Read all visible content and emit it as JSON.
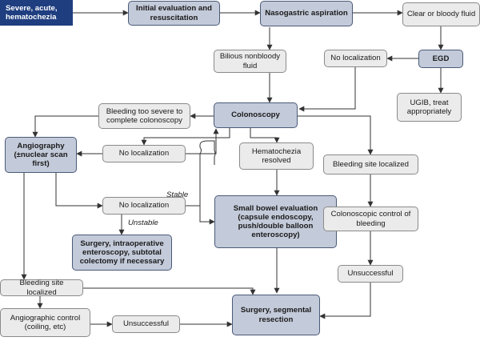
{
  "nodes": {
    "start": "Severe, acute, hematochezia",
    "initial_eval": "Initial evaluation and resuscitation",
    "ng_aspiration": "Nasogastric aspiration",
    "clear_bloody": "Clear or bloody fluid",
    "bilious": "Bilious nonbloody fluid",
    "no_localization_top": "No localization",
    "egd": "EGD",
    "ugib": "UGIB, treat appropriately",
    "too_severe": "Bleeding too severe to complete colonoscopy",
    "colonoscopy": "Colonoscopy",
    "angiography": "Angiography (±nuclear scan first)",
    "no_localization_mid": "No localization",
    "hematochezia_resolved": "Hematochezia resolved",
    "bleeding_site_localized_right": "Bleeding site localized",
    "no_localization_low": "No localization",
    "small_bowel": "Small bowel evaluation (capsule endoscopy, push/double balloon enteroscopy)",
    "surgery_intraop": "Surgery, intraoperative enteroscopy, subtotal colectomy if necessary",
    "colonoscopic_control": "Colonoscopic control of bleeding",
    "unsuccessful_right": "Unsuccessful",
    "bleeding_site_localized_left": "Bleeding site localized",
    "angiographic_control": "Angiographic control (coiling, etc)",
    "unsuccessful_bottom": "Unsuccessful",
    "surgery_segmental": "Surgery, segmental resection"
  },
  "edge_labels": {
    "stable": "Stable",
    "unstable": "Unstable"
  }
}
